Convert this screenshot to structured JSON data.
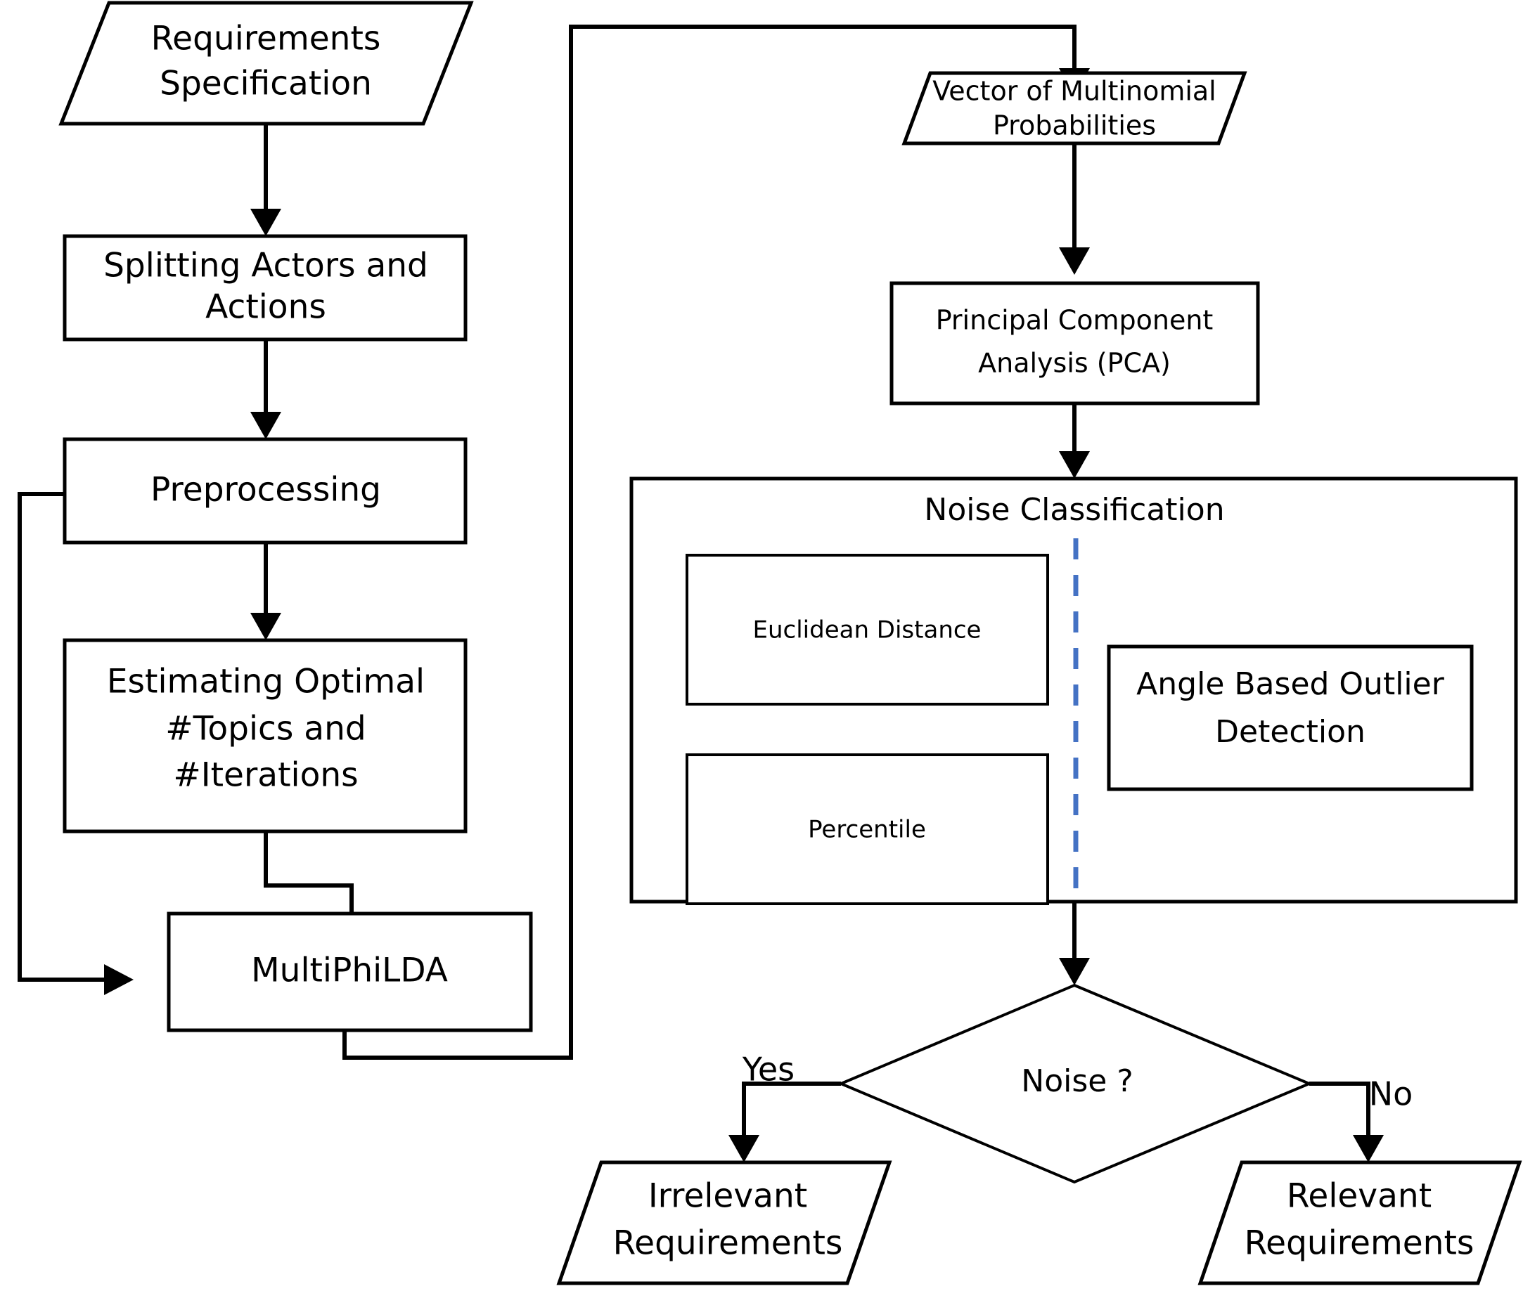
{
  "diagram": {
    "title_visible": false,
    "colors": {
      "stroke": "#000000",
      "fill": "#ffffff",
      "divider_dashed": "#4472c4"
    },
    "nodes": {
      "requirements_specification": {
        "label_line1": "Requirements",
        "label_line2": "Specification",
        "shape": "parallelogram"
      },
      "splitting_actors_actions": {
        "label_line1": "Splitting Actors and",
        "label_line2": "Actions",
        "shape": "rectangle"
      },
      "preprocessing": {
        "label_line1": "Preprocessing",
        "shape": "rectangle"
      },
      "estimating_optimal": {
        "label_line1": "Estimating  Optimal",
        "label_line2": "#Topics and",
        "label_line3": "#Iterations",
        "shape": "rectangle"
      },
      "multiphilda": {
        "label_line1": "MultiPhiLDA",
        "shape": "rectangle"
      },
      "vector_multinomial_probabilities": {
        "label_line1": "Vector of Multinomial",
        "label_line2": "Probabilities",
        "shape": "parallelogram"
      },
      "principal_component_analysis": {
        "label_line1": "Principal Component",
        "label_line2": "Analysis (PCA)",
        "shape": "rectangle"
      },
      "noise_classification": {
        "label_line1": "Noise Classification",
        "shape": "container"
      },
      "euclidean_distance": {
        "label_line1": "Euclidean Distance",
        "shape": "rectangle"
      },
      "percentile": {
        "label_line1": "Percentile",
        "shape": "rectangle"
      },
      "angle_based_outlier_detection": {
        "label_line1": "Angle Based Outlier",
        "label_line2": "Detection",
        "shape": "rectangle"
      },
      "noise_decision": {
        "label_line1": "Noise ?",
        "shape": "diamond"
      },
      "irrelevant_requirements": {
        "label_line1": "Irrelevant",
        "label_line2": "Requirements",
        "shape": "parallelogram"
      },
      "relevant_requirements": {
        "label_line1": "Relevant",
        "label_line2": "Requirements",
        "shape": "parallelogram"
      }
    },
    "edge_labels": {
      "yes": "Yes",
      "no": "No"
    }
  }
}
